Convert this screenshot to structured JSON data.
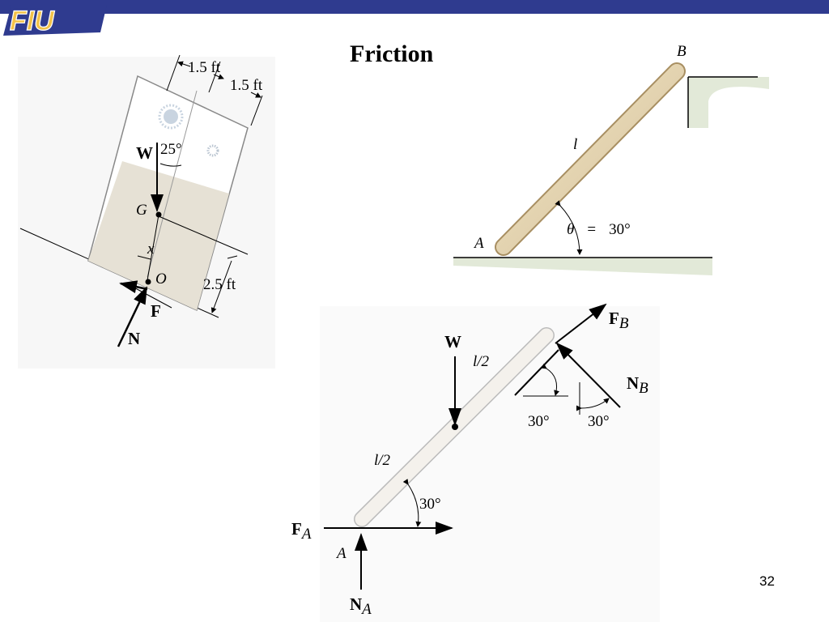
{
  "header": {
    "logo_text": "FIU",
    "bar_color": "#2f3b8f",
    "logo_color": "#f2c24a"
  },
  "slide": {
    "title": "Friction",
    "page_number": "32"
  },
  "crate_diagram": {
    "dim_width_left": "1.5 ft",
    "dim_width_right": "1.5 ft",
    "dim_height": "2.5 ft",
    "angle": "25°",
    "label_weight": "W",
    "label_center": "G",
    "label_point": "O",
    "label_x": "x",
    "label_friction": "F",
    "label_normal": "N"
  },
  "ladder_diagram": {
    "label_top": "B",
    "label_bottom": "A",
    "label_length": "l",
    "theta_symbol": "θ",
    "theta_equals": "=",
    "theta_value": "30°"
  },
  "fbd_diagram": {
    "label_weight": "W",
    "label_half_upper": "l/2",
    "label_half_lower": "l/2",
    "label_angle_base": "30°",
    "label_angle_top_left": "30°",
    "label_angle_top_right": "30°",
    "label_fa": "F",
    "label_fa_sub": "A",
    "label_na": "N",
    "label_na_sub": "A",
    "label_fb": "F",
    "label_fb_sub": "B",
    "label_nb": "N",
    "label_nb_sub": "B",
    "label_a": "A"
  }
}
